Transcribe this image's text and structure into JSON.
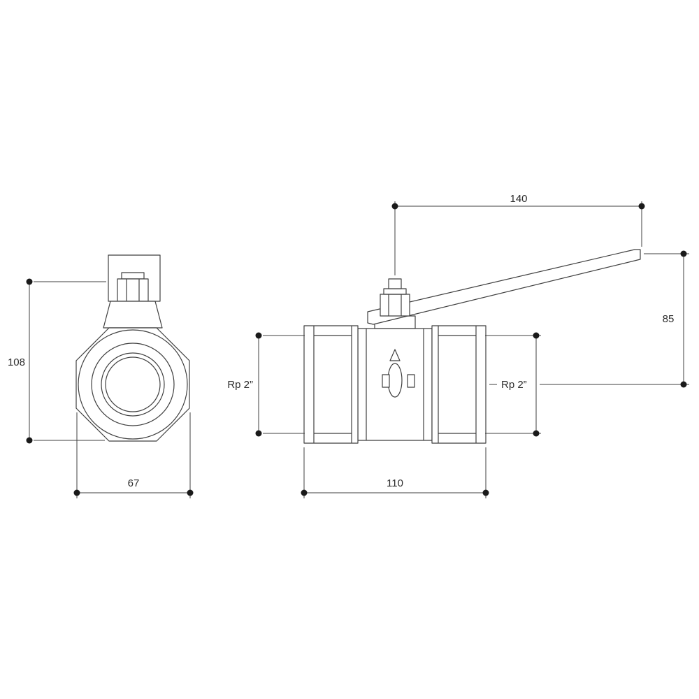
{
  "colors": {
    "ink": "#3f3f3f",
    "dot": "#1a1a1a",
    "text": "#2d2d2d",
    "background": "#ffffff"
  },
  "labels": {
    "handle_length": "140",
    "height_to_center": "85",
    "front_total_height": "108",
    "front_width": "67",
    "body_length": "110",
    "left_port_thread": "Rp 2”",
    "right_port_thread": "Rp 2”"
  }
}
